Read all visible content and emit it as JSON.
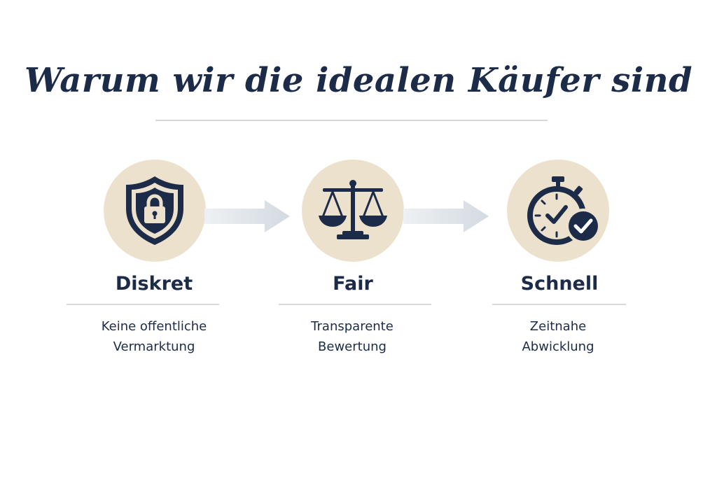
{
  "headline": "Warum wir die idealen Käufer sind",
  "colors": {
    "navy": "#1c2c48",
    "circle_fill": "#ece1cd",
    "arrow_fill": "#d9dfe5",
    "rule": "#d9d9d9"
  },
  "steps": [
    {
      "icon": "shield-lock-icon",
      "title": "Diskret",
      "desc_line1": "Keine offentliche",
      "desc_line2": "Vermarktung"
    },
    {
      "icon": "balance-scale-icon",
      "title": "Fair",
      "desc_line1": "Transparente",
      "desc_line2": "Bewertung"
    },
    {
      "icon": "stopwatch-check-icon",
      "title": "Schnell",
      "desc_line1": "Zeitnahe",
      "desc_line2": "Abwicklung"
    }
  ]
}
